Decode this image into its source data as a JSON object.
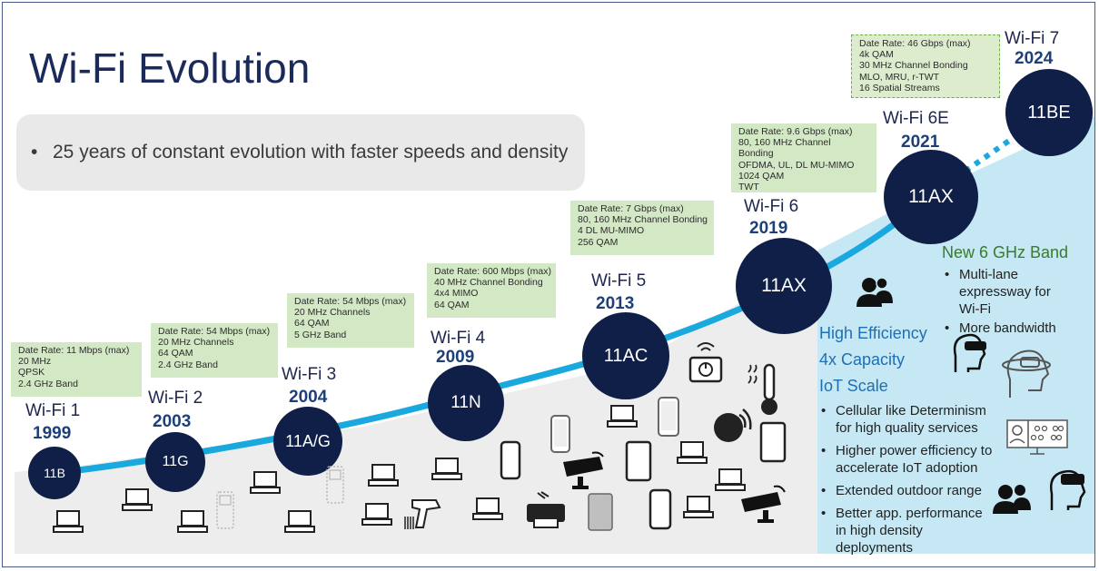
{
  "title": "Wi-Fi Evolution",
  "callout": {
    "text": "25 years of constant evolution with faster speeds and density"
  },
  "generations": [
    {
      "gen": "Wi-Fi 1",
      "year": "1999",
      "std": "11B",
      "specs": [
        "Date Rate: 11 Mbps (max)",
        "20 MHz",
        "QPSK",
        "2.4  GHz Band"
      ]
    },
    {
      "gen": "Wi-Fi 2",
      "year": "2003",
      "std": "11G",
      "specs": [
        "Date Rate: 54 Mbps (max)",
        "20 MHz Channels",
        "64 QAM",
        "2.4  GHz Band"
      ]
    },
    {
      "gen": "Wi-Fi 3",
      "year": "2004",
      "std": "11A/G",
      "specs": [
        "Date Rate: 54 Mbps (max)",
        "20 MHz Channels",
        "64 QAM",
        "5 GHz Band"
      ]
    },
    {
      "gen": "Wi-Fi 4",
      "year": "2009",
      "std": "11N",
      "specs": [
        "Date Rate: 600 Mbps (max)",
        "40 MHz Channel Bonding",
        "4x4 MIMO",
        "64 QAM"
      ]
    },
    {
      "gen": "Wi-Fi 5",
      "year": "2013",
      "std": "11AC",
      "specs": [
        "Date Rate: 7 Gbps (max)",
        "80, 160 MHz Channel Bonding",
        "4 DL MU-MIMO",
        "256 QAM"
      ]
    },
    {
      "gen": "Wi-Fi 6",
      "year": "2019",
      "std": "11AX",
      "specs": [
        "Date Rate: 9.6 Gbps (max)",
        "80, 160 MHz Channel",
        "Bonding",
        "OFDMA, UL, DL MU-MIMO",
        "1024 QAM",
        "TWT"
      ]
    },
    {
      "gen": "Wi-Fi 6E",
      "year": "2021",
      "std": "11AX",
      "specs": []
    },
    {
      "gen": "Wi-Fi 7",
      "year": "2024",
      "std": "11BE",
      "specs": [
        "Date Rate: 46 Gbps (max)",
        "4k QAM",
        "30 MHz Channel Bonding",
        "MLO, MRU, r-TWT",
        "16 Spatial Streams"
      ]
    }
  ],
  "high_efficiency": {
    "titles": [
      "High Efficiency",
      "4x Capacity",
      "IoT Scale"
    ],
    "bullets": [
      [
        "Cellular like Determinism",
        "for high quality services"
      ],
      [
        "Higher power efficiency to",
        "accelerate IoT adoption"
      ],
      [
        "Extended outdoor range"
      ],
      [
        "Better app. performance",
        "in high density",
        "deployments"
      ]
    ]
  },
  "band": {
    "title": "New 6 GHz Band",
    "bullets": [
      [
        "Multi-lane",
        "expressway for",
        "Wi-Fi"
      ],
      [
        "More bandwidth"
      ]
    ]
  },
  "colors": {
    "title": "#1a2a5a",
    "circle": "#0f1f47",
    "curve": "#19a9df",
    "spec_box": "#d3e8c4",
    "light_blue": "#c5e8f4",
    "gray_floor": "#ededee",
    "year": "#1e3f78",
    "accent_blue": "#1f6fb2",
    "accent_green": "#3b7a2c"
  },
  "icons": [
    "laptop-icon",
    "smartphone-icon",
    "tablet-icon",
    "security-camera-icon",
    "printer-icon",
    "barcode-scanner-icon",
    "thermometer-icon",
    "smart-plug-icon",
    "vr-headset-icon",
    "video-conference-icon",
    "people-icon",
    "smartwatch-icon"
  ]
}
